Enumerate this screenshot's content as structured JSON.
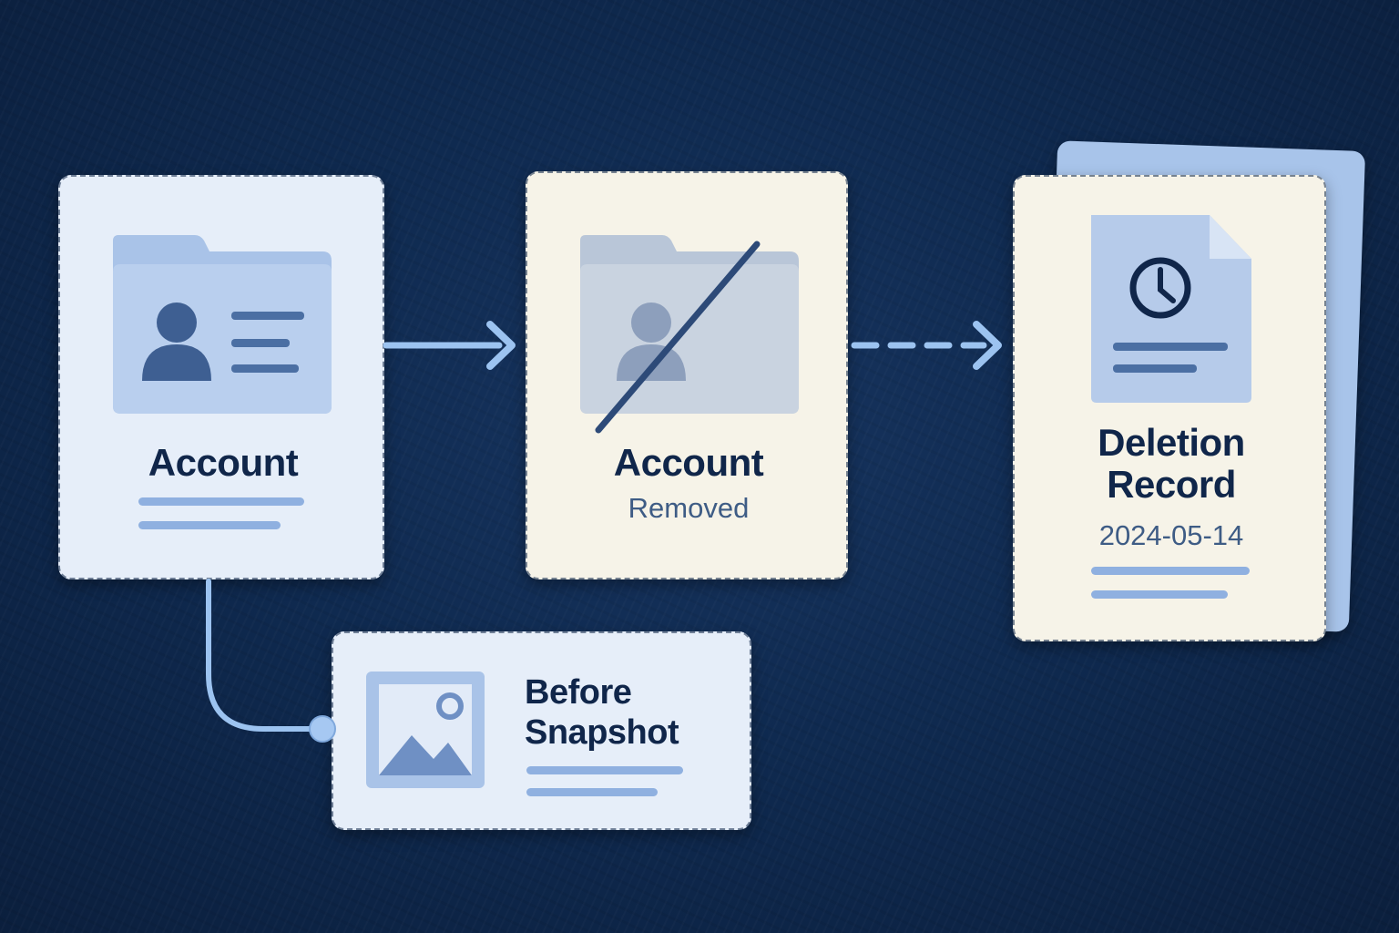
{
  "nodes": {
    "account": {
      "title": "Account"
    },
    "removed": {
      "title": "Account",
      "subtitle": "Removed"
    },
    "record": {
      "title_line1": "Deletion",
      "title_line2": "Record",
      "date": "2024-05-14"
    },
    "snapshot": {
      "title_line1": "Before",
      "title_line2": "Snapshot"
    }
  },
  "icons": {
    "account": "user-folder-icon",
    "removed": "deleted-user-folder-icon",
    "record": "clock-document-icon",
    "snapshot": "image-icon"
  },
  "colors": {
    "background": "#0f2a50",
    "card_blue": "#e6eef9",
    "card_cream": "#f6f3e8",
    "text_dark": "#10264a",
    "accent": "#8fb0e0",
    "arrow": "#9cc3f0"
  }
}
